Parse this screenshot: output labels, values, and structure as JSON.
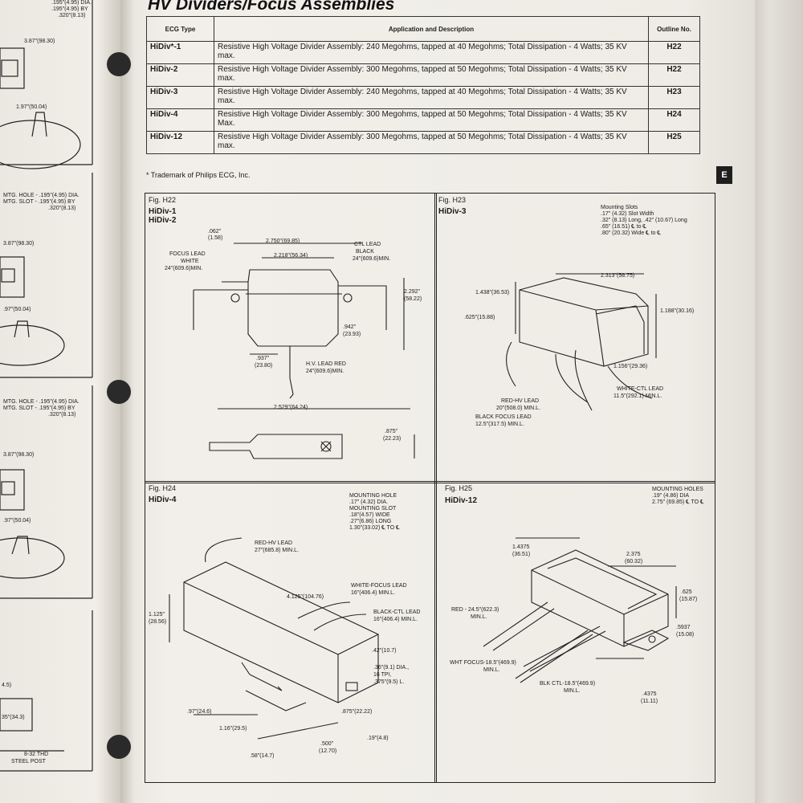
{
  "header": {
    "title": "HV Dividers/Focus Assemblies"
  },
  "table": {
    "headers": {
      "type": "ECG Type",
      "description": "Application and Description",
      "outline": "Outline No."
    },
    "rows": [
      {
        "type": "HiDiv*-1",
        "description": "Resistive High Voltage Divider Assembly: 240 Megohms, tapped at 40 Megohms; Total Dissipation - 4 Watts; 35 KV max.",
        "outline": "H22"
      },
      {
        "type": "HiDiv-2",
        "description": "Resistive High Voltage Divider Assembly: 300 Megohms, tapped at 50 Megohms; Total Dissipation - 4 Watts; 35 KV max.",
        "outline": "H22"
      },
      {
        "type": "HiDiv-3",
        "description": "Resistive High Voltage Divider Assembly: 240 Megohms, tapped at 40 Megohms; Total Dissipation - 4 Watts; 35 KV max.",
        "outline": "H23"
      },
      {
        "type": "HiDiv-4",
        "description": "Resistive High Voltage Divider Assembly: 300 Megohms, tapped at 50 Megohms; Total Dissipation - 4 Watts; 35 KV Max.",
        "outline": "H24"
      },
      {
        "type": "HiDiv-12",
        "description": "Resistive High Voltage Divider Assembly: 300 Megohms, tapped at 50 Megohms; Total Dissipation - 4 Watts; 35 KV max.",
        "outline": "H25"
      }
    ]
  },
  "footnote": "* Trademark of Philips ECG, Inc.",
  "section_tab": "E",
  "figures": {
    "h22": {
      "label": "Fig. H22",
      "sub1": "HiDiv-1",
      "sub2": "HiDiv-2",
      "dims": [
        "2.750\"(69.85)",
        "2.218\"(56.34)",
        ".062\"",
        "(1.58)",
        "FOCUS LEAD",
        "WHITE",
        "24\"(609.6)MIN.",
        "CTL LEAD",
        "BLACK",
        "24\"(609.6)MIN.",
        "2.292\"",
        "(58.22)",
        ".942\"",
        "(23.93)",
        ".937\"",
        "(23.80)",
        "H.V. LEAD RED",
        "24\"(609.6)MIN.",
        "2.529\"(64.24)",
        ".875\"",
        "(22.23)"
      ]
    },
    "h23": {
      "label": "Fig. H23",
      "sub1": "HiDiv-3",
      "mounting": "Mounting Slots\n.17\" (4.32) Slot Width\n.32\" (8.13) Long, .42\" (10.67) Long\n.65\" (16.51) ℄ to ℄\n.80\" (20.32) Wide ℄ to ℄",
      "dims": [
        "2.313\"(58.75)",
        "1.438\"(36.53)",
        ".625\"(15.88)",
        "1.188\"(30.16)",
        "1.156\"(29.36)",
        "WHITE-CTL LEAD",
        "11.5\"(292.1) MIN.L.",
        "RED-HV LEAD",
        "20\"(508.0) MIN.L.",
        "BLACK FOCUS LEAD",
        "12.5\"(317.5) MIN.L."
      ]
    },
    "h24": {
      "label": "Fig. H24",
      "sub1": "HiDiv-4",
      "mounting": "MOUNTING HOLE\n.17\" (4.32) DIA.\nMOUNTING SLOT\n.18\"(4.57) WIDE\n.27\"(6.86) LONG\n1.30\"(33.02) ℄ TO ℄",
      "dims": [
        "RED-HV LEAD",
        "27\"(685.8) MIN.L.",
        "4.125\"(104.76)",
        "WHITE-FOCUS LEAD",
        "16\"(406.4) MIN.L.",
        "BLACK-CTL LEAD",
        "16\"(406.4) MIN.L.",
        "1.125\"",
        "(28.56)",
        ".42\"(10.7)",
        ".36\"(9.1) DIA.,",
        "16 TPI,",
        ".375\"(9.5) L.",
        ".97\"(24.6)",
        ".875\"(22.22)",
        "1.16\"(29.5)",
        ".500\"",
        "(12.70)",
        ".19\"(4.8)",
        ".58\"(14.7)"
      ]
    },
    "h25": {
      "label": "Fig. H25",
      "sub1": "HiDiv-12",
      "mounting": "MOUNTING HOLES\n.19\" (4.86) DIA\n2.75\" (69.85) ℄ TO ℄",
      "dims": [
        "1.4375",
        "(36.51)",
        "2.375",
        "(60.32)",
        ".625",
        "(15.87)",
        ".5937",
        "(15.08)",
        "RED - 24.5\"(622.3)",
        "MIN.L.",
        "WHT FOCUS-18.5\"(469.9)",
        "MIN.L.",
        "BLK CTL-18.5\"(469.9)",
        "MIN.L.",
        ".4375",
        "(11.11)"
      ]
    }
  },
  "previous_page": {
    "notes": [
      ".195\"(4.95) DIA.",
      ".195\"(4.95) BY",
      ".320\"(8.13)",
      "3.87\"(98.30)",
      "1.97\"(50.04)",
      "MTG. HOLE - .195\"(4.95) DIA.",
      "MTG. SLOT - .195\"(4.95) BY",
      ".320\"(8.13)",
      "3.87\"(98.30)",
      ".97\"(50.04)",
      "MTG. HOLE - .195\"(4.95) DIA.",
      "MTG. SLOT - .195\"(4.95) BY",
      ".320\"(8.13)",
      "3.87\"(98.30)",
      ".97\"(50.04)",
      "4.5)",
      "35\"(34.3)",
      "8-32 THD",
      "STEEL POST"
    ]
  }
}
